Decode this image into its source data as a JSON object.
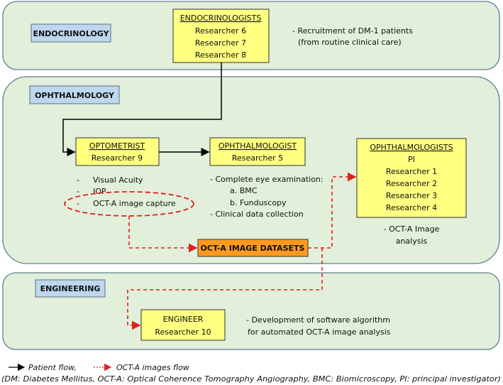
{
  "colors": {
    "section_fill": "#e2efda",
    "section_stroke": "#5f7f8f",
    "label_fill": "#bdd7ee",
    "role_fill": "#ffff80",
    "dataset_fill": "#ff9a1f",
    "patient_flow": "#000000",
    "image_flow": "#e02020"
  },
  "sections": {
    "endocrinology": {
      "label": "ENDOCRINOLOGY",
      "role": {
        "title": "ENDOCRINOLOGISTS",
        "members": [
          "Researcher 6",
          "Researcher 7",
          "Researcher 8"
        ]
      },
      "notes": [
        "- Recruitment of DM-1 patients",
        "(from routine clinical care)"
      ]
    },
    "ophthalmology": {
      "label": "OPHTHALMOLOGY",
      "optometrist": {
        "title": "OPTOMETRIST",
        "members": [
          "Researcher 9"
        ],
        "tasks": [
          {
            "bullet": "-",
            "text": "Visual Acuity"
          },
          {
            "bullet": "-",
            "text": "IOP"
          },
          {
            "bullet": "-",
            "text": "OCT-A image capture"
          }
        ]
      },
      "ophthalmologist": {
        "title": "OPHTHALMOLOGIST",
        "members": [
          "Researcher 5"
        ],
        "tasks": [
          "- Complete eye examination:",
          "a. BMC",
          "b. Funduscopy",
          "- Clinical data collection"
        ]
      },
      "ophthalmologists": {
        "title": "OPHTHALMOLOGISTS",
        "members": [
          "PI",
          "Researcher 1",
          "Researcher 2",
          "Researcher 3",
          "Researcher 4"
        ],
        "notes": [
          "- OCT-A Image",
          "analysis"
        ]
      },
      "dataset": "OCT-A IMAGE DATASETS"
    },
    "engineering": {
      "label": "ENGINEERING",
      "role": {
        "title": "ENGINEER",
        "members": [
          "Researcher 10"
        ]
      },
      "notes": [
        "- Development of software algorithm",
        "for automated OCT-A image analysis"
      ]
    }
  },
  "legend": {
    "patient_flow": "Patient flow,",
    "image_flow": "OCT-A images flow",
    "abbreviations": "(DM: Diabetes Mellitus, OCT-A: Optical Coherence Tomography Angiography, BMC: Biomicroscopy, PI: principal investigator)"
  }
}
